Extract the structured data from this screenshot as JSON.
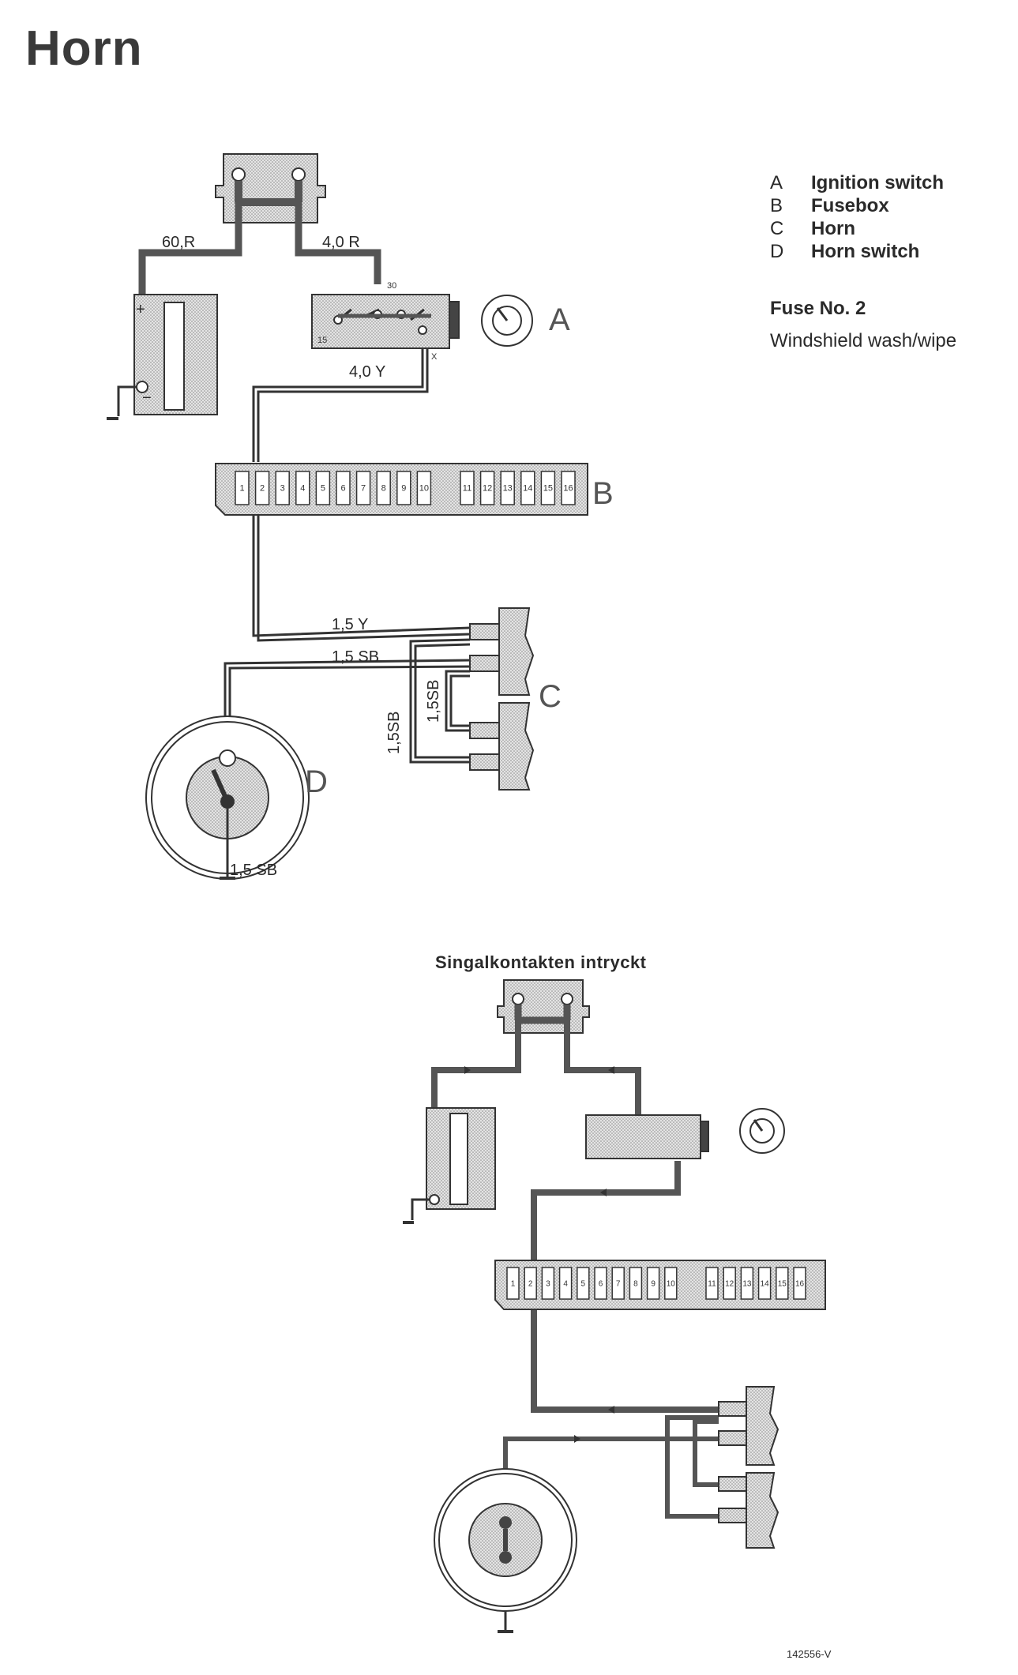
{
  "title": "Horn",
  "legend": [
    {
      "key": "A",
      "label": "Ignition switch"
    },
    {
      "key": "B",
      "label": "Fusebox"
    },
    {
      "key": "C",
      "label": "Horn"
    },
    {
      "key": "D",
      "label": "Horn switch"
    }
  ],
  "fuse": {
    "title": "Fuse No. 2",
    "subtitle": "Windshield wash/wipe"
  },
  "wires": {
    "battery_feed": "60,R",
    "switch_feed": "4,0 R",
    "switch_out": "4,0 Y",
    "horn_feed": "1,5 Y",
    "horn_ground": "1,5 SB",
    "horn_link1": "1,5SB",
    "horn_link2": "1,5SB",
    "switch_ground": "1,5 SB"
  },
  "terminals": {
    "t30": "30",
    "t15": "15",
    "tx": "X"
  },
  "component_letters": {
    "a": "A",
    "b": "B",
    "c": "C",
    "d": "D"
  },
  "fuse_numbers": [
    "1",
    "2",
    "3",
    "4",
    "5",
    "6",
    "7",
    "8",
    "9",
    "10",
    "11",
    "12",
    "13",
    "14",
    "15",
    "16"
  ],
  "caption": "Singalkontakten intryckt",
  "doc_number": "142556-V",
  "colors": {
    "wire_dark": "#555555",
    "stipple": "#c8c8c8",
    "line": "#333333"
  }
}
